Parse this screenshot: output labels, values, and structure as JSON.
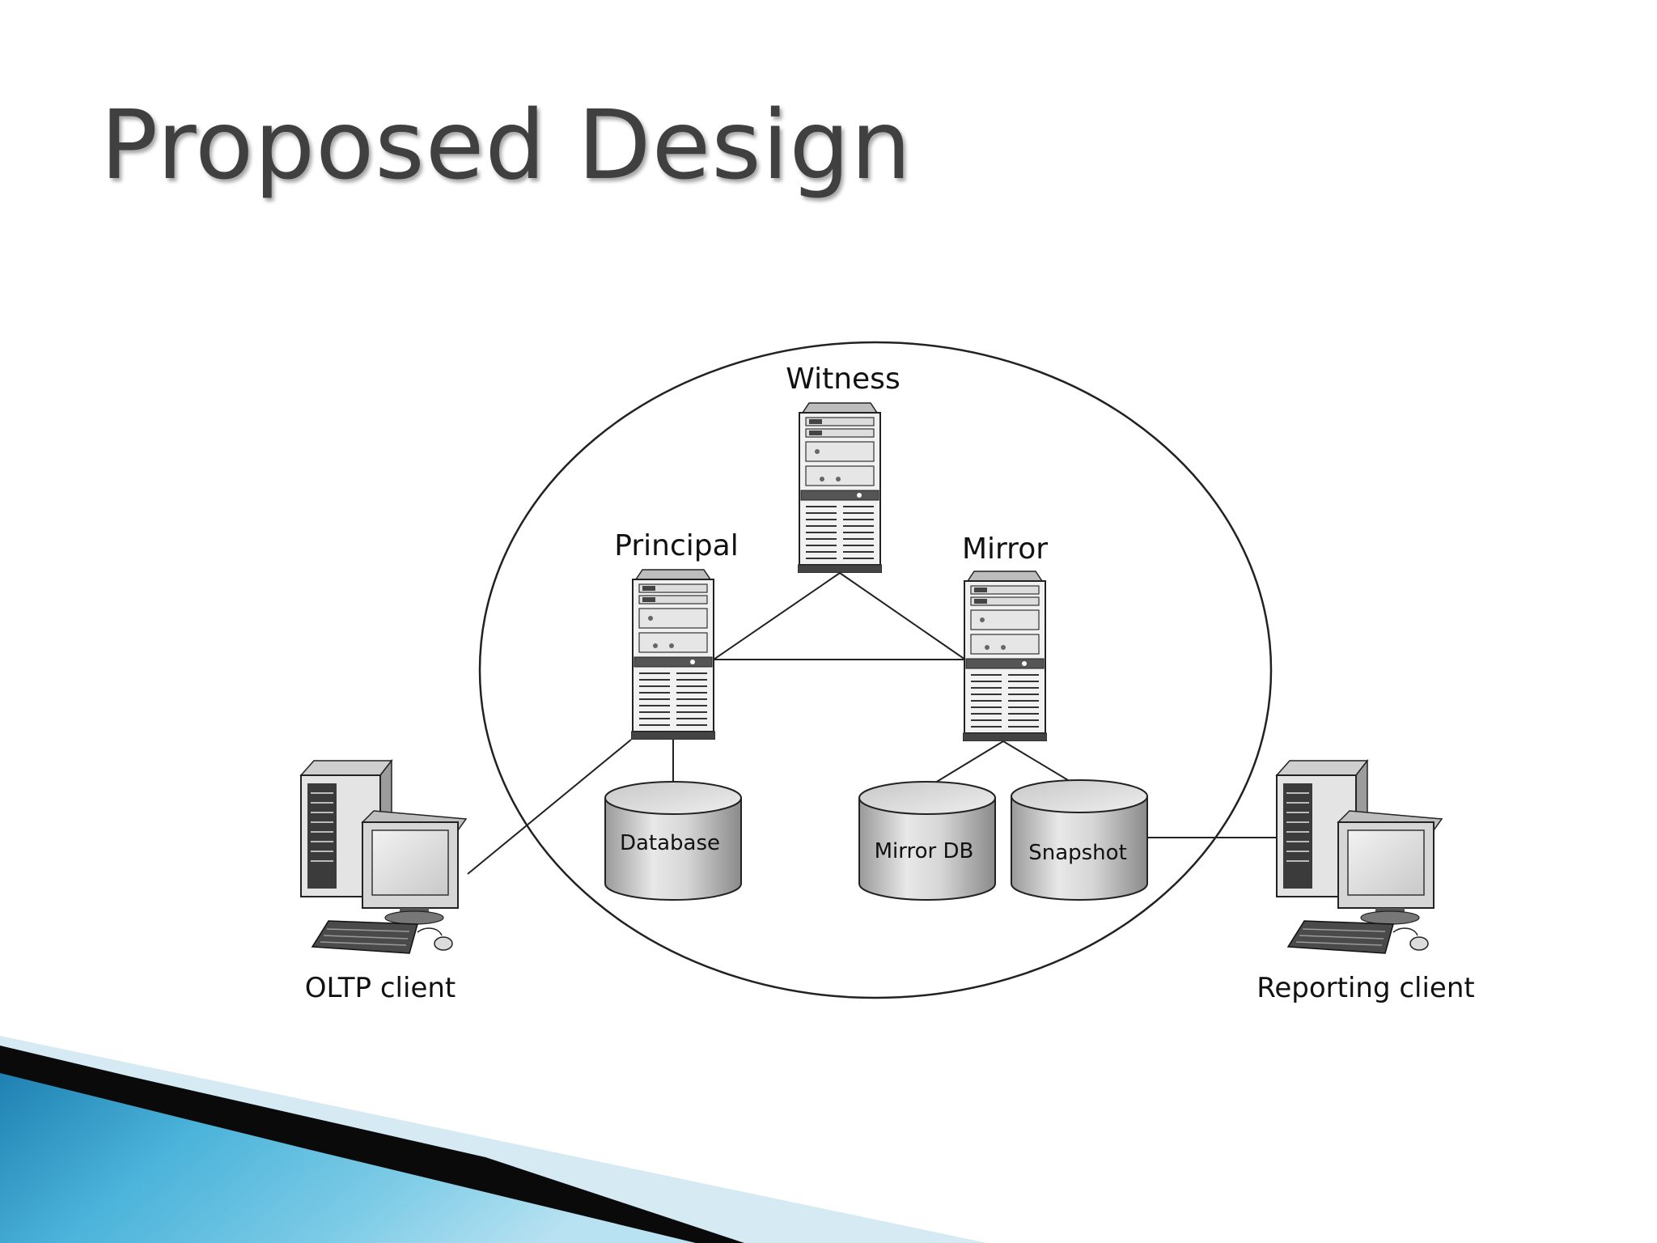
{
  "slide": {
    "title": "Proposed Design"
  },
  "diagram": {
    "nodes": {
      "witness": {
        "label": "Witness",
        "icon": "server-tower-icon"
      },
      "principal": {
        "label": "Principal",
        "icon": "server-tower-icon"
      },
      "mirror": {
        "label": "Mirror",
        "icon": "server-tower-icon"
      },
      "database": {
        "label": "Database",
        "icon": "database-cylinder-icon"
      },
      "mirror_db": {
        "label": "Mirror DB",
        "icon": "database-cylinder-icon"
      },
      "snapshot": {
        "label": "Snapshot",
        "icon": "database-cylinder-icon"
      },
      "oltp_client": {
        "label": "OLTP client",
        "icon": "desktop-computer-icon"
      },
      "reporting_client": {
        "label": "Reporting client",
        "icon": "desktop-computer-icon"
      }
    },
    "connections": [
      [
        "witness",
        "principal"
      ],
      [
        "witness",
        "mirror"
      ],
      [
        "principal",
        "mirror"
      ],
      [
        "principal",
        "database"
      ],
      [
        "principal",
        "oltp_client"
      ],
      [
        "mirror",
        "mirror_db"
      ],
      [
        "mirror",
        "snapshot"
      ],
      [
        "snapshot",
        "reporting_client"
      ]
    ]
  },
  "colors": {
    "title": "#404040",
    "deco_black": "#0a0a0a",
    "deco_blue": "#2a8fc0",
    "deco_light": "#d4e8f2"
  }
}
